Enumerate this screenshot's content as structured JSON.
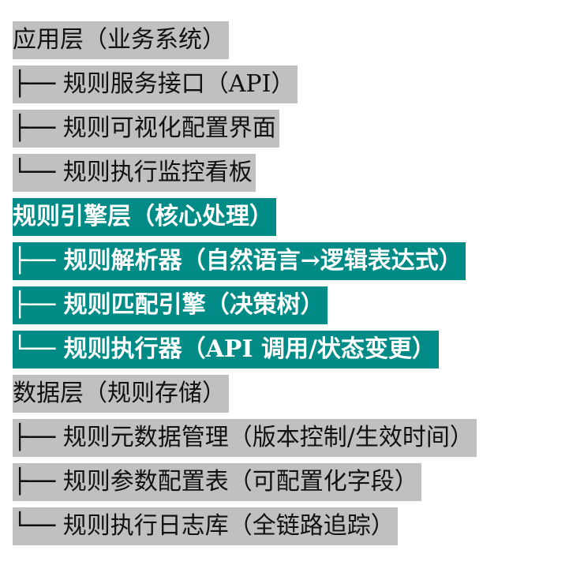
{
  "colors": {
    "grey_highlight": "#c0c0c0",
    "teal_highlight": "#008b87",
    "teal_text": "#ffffff",
    "grey_text": "#111111"
  },
  "layers": [
    {
      "style": "grey",
      "title": "应用层（业务系统）",
      "items": [
        "├── 规则服务接口（API）",
        "├── 规则可视化配置界面",
        "└── 规则执行监控看板"
      ]
    },
    {
      "style": "teal",
      "title": "规则引擎层（核心处理）",
      "items": [
        "├── 规则解析器（自然语言→逻辑表达式）",
        "├── 规则匹配引擎（决策树）",
        "└── 规则执行器（API 调用/状态变更）"
      ]
    },
    {
      "style": "grey",
      "title": "数据层（规则存储）",
      "items": [
        "├── 规则元数据管理（版本控制/生效时间）",
        "├── 规则参数配置表（可配置化字段）",
        "└── 规则执行日志库（全链路追踪）"
      ]
    }
  ]
}
